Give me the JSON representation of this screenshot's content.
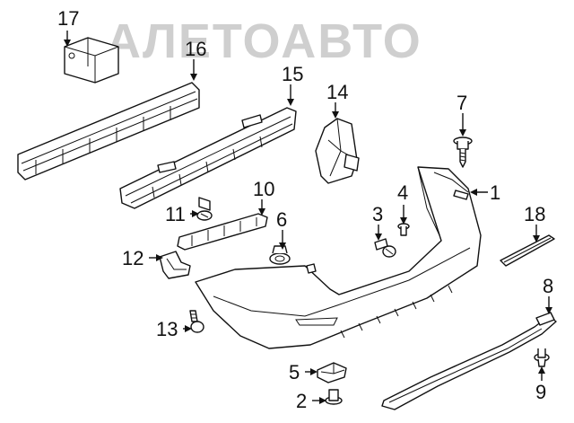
{
  "watermark": "AЛЕТОАВТО",
  "colors": {
    "line": "#111111",
    "background": "#ffffff",
    "watermark": "#cfcfcf"
  },
  "callouts": [
    {
      "id": "1",
      "label": "1"
    },
    {
      "id": "2",
      "label": "2"
    },
    {
      "id": "3",
      "label": "3"
    },
    {
      "id": "4",
      "label": "4"
    },
    {
      "id": "5",
      "label": "5"
    },
    {
      "id": "6",
      "label": "6"
    },
    {
      "id": "7",
      "label": "7"
    },
    {
      "id": "8",
      "label": "8"
    },
    {
      "id": "9",
      "label": "9"
    },
    {
      "id": "10",
      "label": "10"
    },
    {
      "id": "11",
      "label": "11"
    },
    {
      "id": "12",
      "label": "12"
    },
    {
      "id": "13",
      "label": "13"
    },
    {
      "id": "14",
      "label": "14"
    },
    {
      "id": "15",
      "label": "15"
    },
    {
      "id": "16",
      "label": "16"
    },
    {
      "id": "17",
      "label": "17"
    },
    {
      "id": "18",
      "label": "18"
    }
  ]
}
